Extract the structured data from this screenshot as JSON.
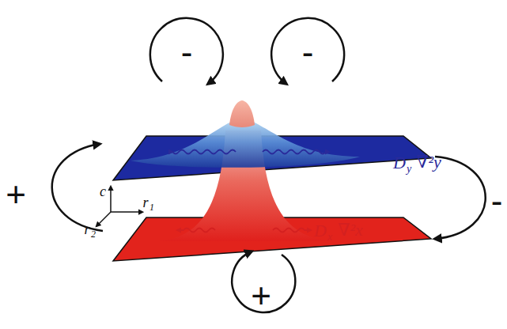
{
  "diagram": {
    "labels": [
      "-",
      "-",
      "+",
      "-",
      "+",
      "D",
      "y",
      "∇²y",
      "D",
      "x",
      "∇²x",
      "c",
      "r",
      "1",
      "r",
      "2"
    ]
  }
}
